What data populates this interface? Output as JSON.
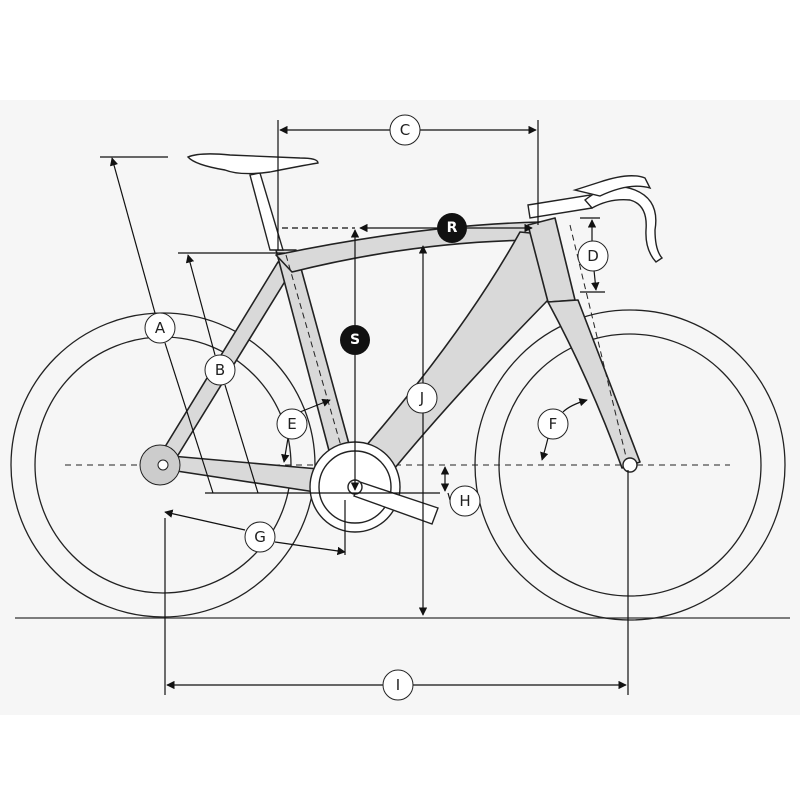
{
  "diagram": {
    "title": "Bicycle frame geometry",
    "labels": {
      "A": "A",
      "B": "B",
      "C": "C",
      "D": "D",
      "E": "E",
      "F": "F",
      "G": "G",
      "H": "H",
      "I": "I",
      "J": "J",
      "R": "R",
      "S": "S"
    },
    "colors": {
      "background": "#f6f6f6",
      "frame": "#d9d9d9",
      "line": "#1a1a1a",
      "badge": "#111111"
    }
  }
}
